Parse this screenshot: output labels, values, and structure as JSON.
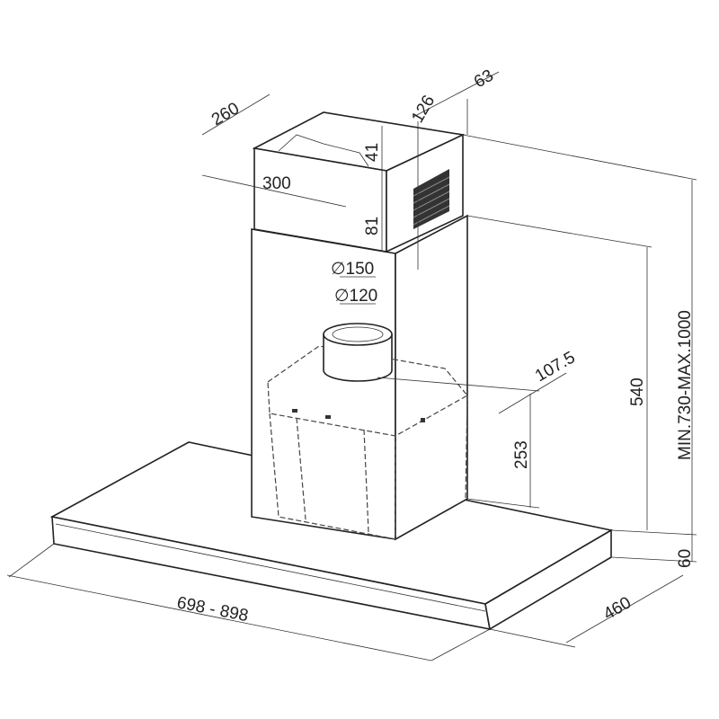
{
  "title": "Chimney range hood dimension drawing",
  "dimensions": {
    "top_depth": "260",
    "top_width": "300",
    "outlet_offset_1": "126",
    "outlet_offset_2": "63",
    "bracket_height": "41",
    "bracket_side": "81",
    "duct_outer": "∅150",
    "duct_inner": "∅120",
    "duct_offset": "107.5",
    "chimney_height": "540",
    "motor_height": "253",
    "total_height": "MIN.730-MAX.1000",
    "canopy_thickness": "60",
    "canopy_depth": "460",
    "canopy_width": "698 - 898"
  }
}
